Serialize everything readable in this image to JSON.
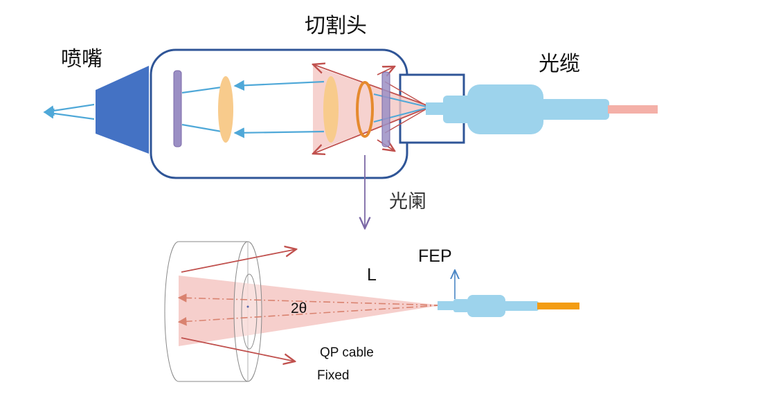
{
  "labels": {
    "cutting_head": "切割头",
    "nozzle": "喷嘴",
    "cable": "光缆",
    "aperture": "光阑",
    "fep": "FEP",
    "length": "L",
    "angle": "2θ",
    "qp_cable": "QP cable",
    "fixed": "Fixed"
  },
  "colors": {
    "housing_outline": "#2f5597",
    "nozzle_fill": "#4472c4",
    "beam_arrow": "#4fa8d8",
    "lens_fill": "#f8cb8c",
    "window_fill": "#9b8fc4",
    "cone_fill": "#f4c7c3",
    "cone_edge": "#c0504d",
    "ring": "#e58a2e",
    "connector": "#9dd3ec",
    "fiber_pink": "#f4b0a8",
    "fiber_orange": "#f39c12",
    "aperture_arrow": "#7b68a6"
  }
}
